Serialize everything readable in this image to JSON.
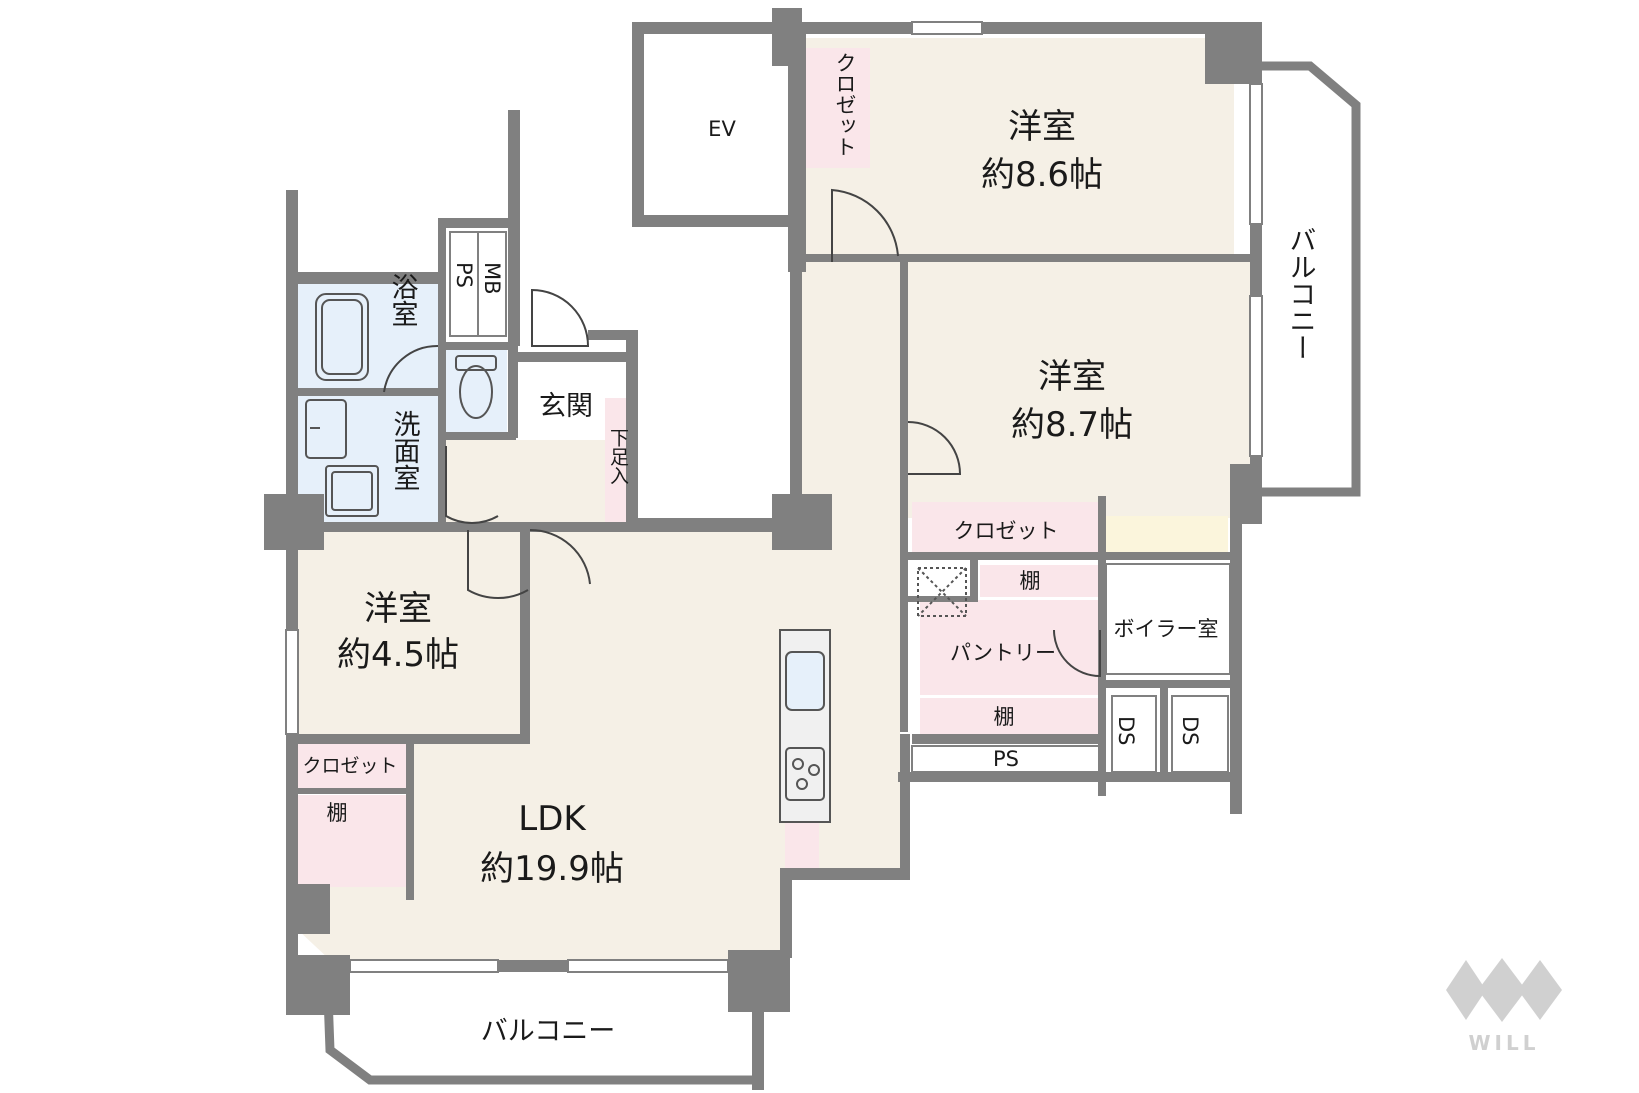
{
  "labels": {
    "bed_north_name": "洋室",
    "bed_north_size": "約8.6帖",
    "bed_middle_name": "洋室",
    "bed_middle_size": "約8.7帖",
    "bed_small_name": "洋室",
    "bed_small_size": "約4.5帖",
    "ldk_name": "LDK",
    "ldk_size": "約19.9帖",
    "ev": "EV",
    "bath": "浴室",
    "washroom": "洗面室",
    "entrance": "玄関",
    "shoe_box": "下足入",
    "ps_mb_ps": "PS",
    "ps_mb_mb": "MB",
    "closet_north": "クロゼット",
    "closet_middle": "クロゼット",
    "closet_small": "クロゼット",
    "shelf_pantry_top": "棚",
    "shelf_pantry_bottom": "棚",
    "shelf_small": "棚",
    "pantry": "パントリー",
    "boiler": "ボイラー室",
    "ps": "PS",
    "ds_1": "DS",
    "ds_2": "DS",
    "balcony_right": "バルコニー",
    "balcony_bottom": "バルコニー",
    "logo_text": "WILL"
  },
  "colors": {
    "wall": "#808080",
    "room_floor": "#f5f0e6",
    "wet_area": "#e6f0fa",
    "storage": "#fae6ea",
    "background": "#ffffff",
    "logo": "#d0d0d0"
  }
}
